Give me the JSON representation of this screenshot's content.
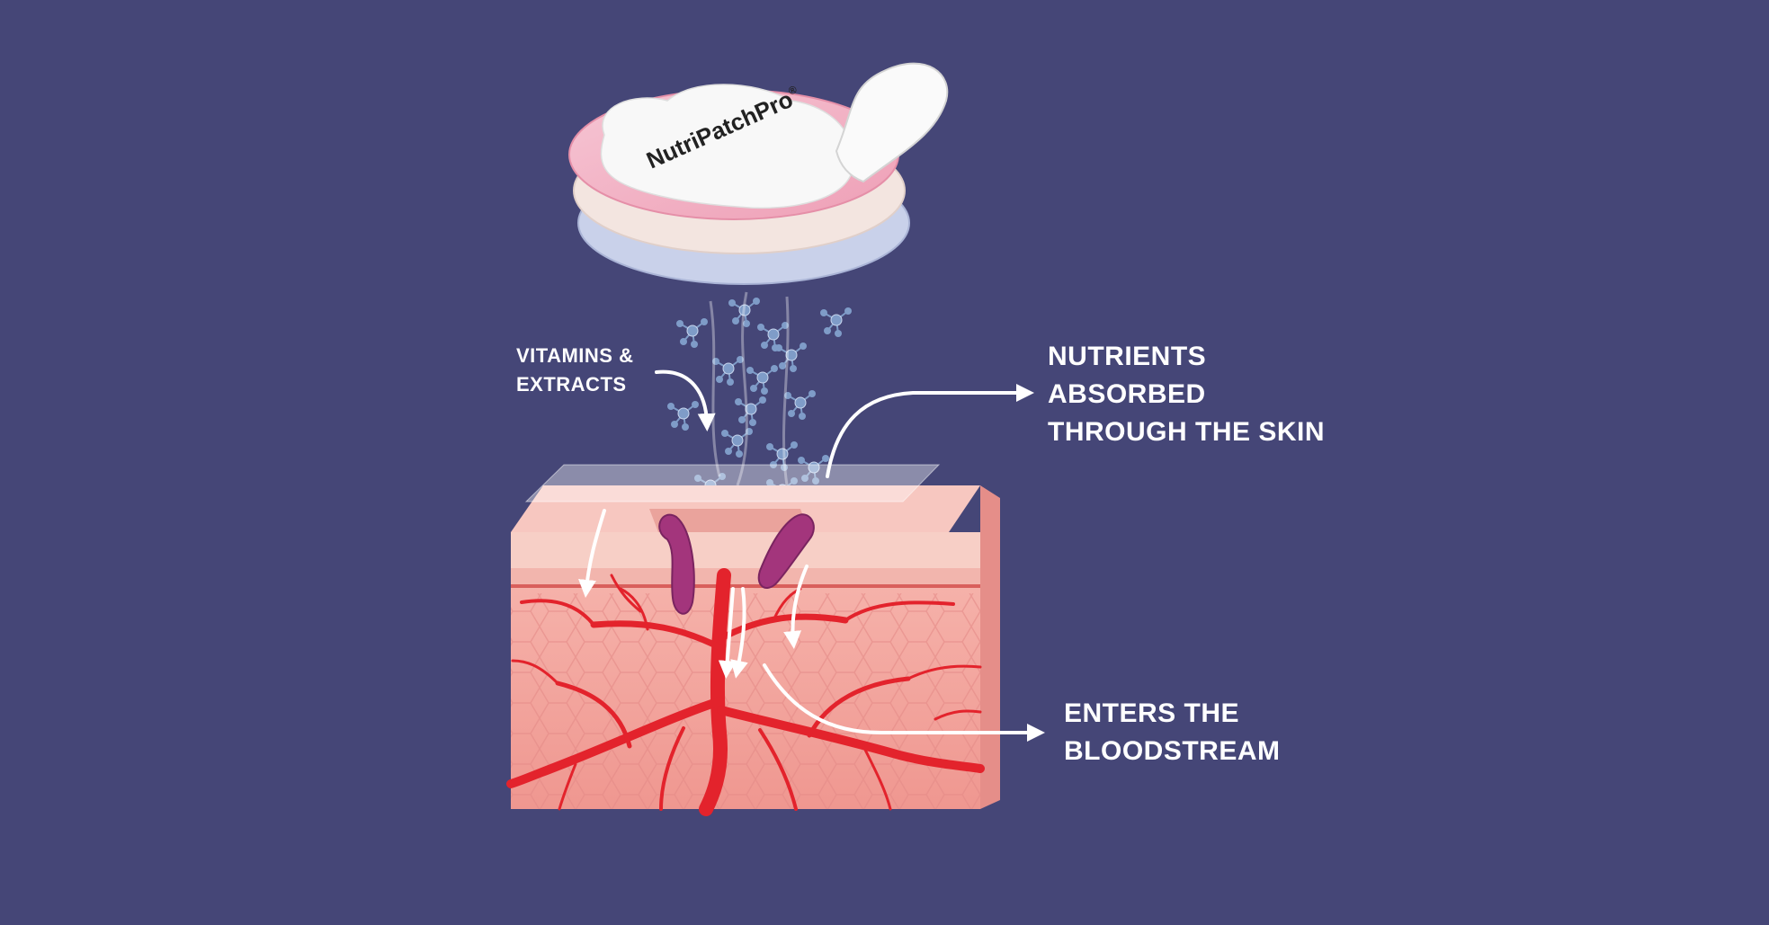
{
  "brand": {
    "name": "NutriPatchPro",
    "registered_mark": "®"
  },
  "labels": {
    "vitamins": [
      "VITAMINS &",
      "EXTRACTS"
    ],
    "absorbed": [
      "NUTRIENTS",
      "ABSORBED",
      "THROUGH THE SKIN"
    ],
    "bloodstream": [
      "ENTERS THE",
      "BLOODSTREAM"
    ]
  },
  "colors": {
    "background": "#454677",
    "patch_pink": "#f2b6c8",
    "patch_cream": "#f3e6e2",
    "patch_blue": "#c7cfe8",
    "patch_white": "#f7f7f7",
    "skin_front": "#f2a39d",
    "skin_top": "#f6c2bb",
    "skin_side": "#e9928c",
    "vessel": "#e3222b",
    "gland": "#a3347a",
    "molecule": "#7f9cc8",
    "arrow": "#ffffff"
  }
}
